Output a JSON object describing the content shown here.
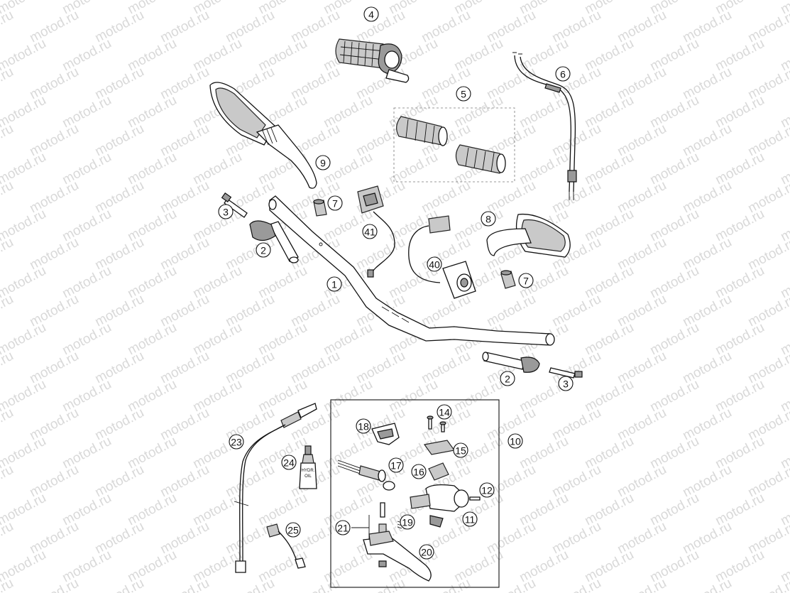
{
  "watermark": "motod.ru",
  "oil_label": "HYDR. OIL",
  "callouts": {
    "c1": "1",
    "c2a": "2",
    "c2b": "2",
    "c3a": "3",
    "c3b": "3",
    "c4": "4",
    "c5": "5",
    "c6": "6",
    "c7a": "7",
    "c7b": "7",
    "c8": "8",
    "c9": "9",
    "c10": "10",
    "c11": "11",
    "c12": "12",
    "c14": "14",
    "c15": "15",
    "c16": "16",
    "c17": "17",
    "c18": "18",
    "c19": "19",
    "c20": "20",
    "c21": "21",
    "c23": "23",
    "c24": "24",
    "c25": "25",
    "c40": "40",
    "c41": "41"
  }
}
